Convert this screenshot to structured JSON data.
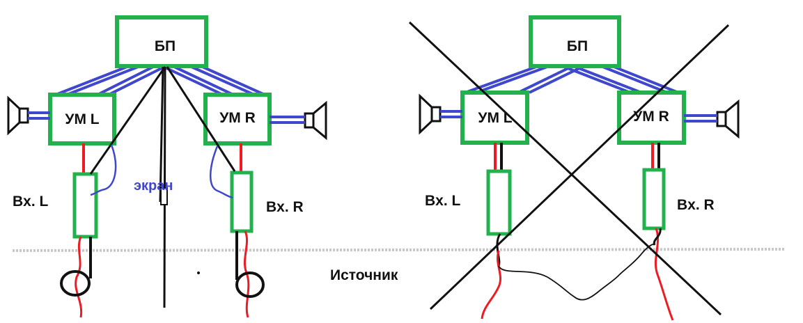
{
  "colors": {
    "box": "#22b14c",
    "wire_pair": "#3f48cc",
    "signal": "#ed1c24",
    "ground": "#111111",
    "screen_text": "#3f48cc",
    "ground_line": "#c8c8c8"
  },
  "left_diagram": {
    "psu_label": "БП",
    "amp_left_label": "УМ L",
    "amp_right_label": "УМ R",
    "input_left_label": "Bx. L",
    "input_right_label": "Bx. R",
    "screen_label": "экран"
  },
  "right_diagram": {
    "psu_label": "БП",
    "amp_left_label": "УМ L",
    "amp_right_label": "УМ R",
    "input_left_label": "Bx. L",
    "input_right_label": "Bx. R",
    "crossed_out": true
  },
  "source_label": "Источник"
}
